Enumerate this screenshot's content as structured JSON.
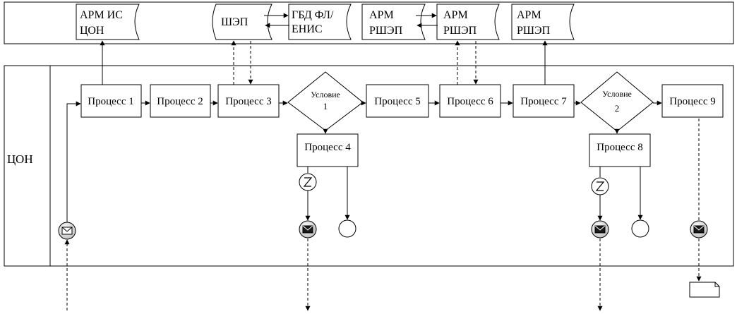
{
  "systems": {
    "arm_is_con": [
      "АРМ ИС",
      "ЦОН"
    ],
    "shep": [
      "ШЭП"
    ],
    "gbd": [
      "ГБД ФЛ/",
      "ЕНИС"
    ],
    "arm_rshep_1": [
      "АРМ",
      "РШЭП"
    ],
    "arm_rshep_2": [
      "АРМ",
      "РШЭП"
    ],
    "arm_rshep_3": [
      "АРМ",
      "РШЭП"
    ]
  },
  "lane": {
    "label": "ЦОН"
  },
  "processes": {
    "p1": "Процесс 1",
    "p2": "Процесс 2",
    "p3": "Процесс 3",
    "p4": "Процесс 4",
    "p5": "Процесс 5",
    "p6": "Процесс 6",
    "p7": "Процесс 7",
    "p8": "Процесс 8",
    "p9": "Процесс 9"
  },
  "conditions": {
    "c1": {
      "label": "Условие",
      "number": "1"
    },
    "c2": {
      "label": "Условие",
      "number": "2"
    }
  },
  "colors": {
    "stroke": "#000000",
    "event_fill_dark": "#2a2a2a",
    "event_fill_light": "#e6e6e6"
  },
  "icons": {
    "message_event": "envelope-icon",
    "timer_event": "lightning-icon",
    "end_event": "circle-icon",
    "document": "document-icon"
  }
}
